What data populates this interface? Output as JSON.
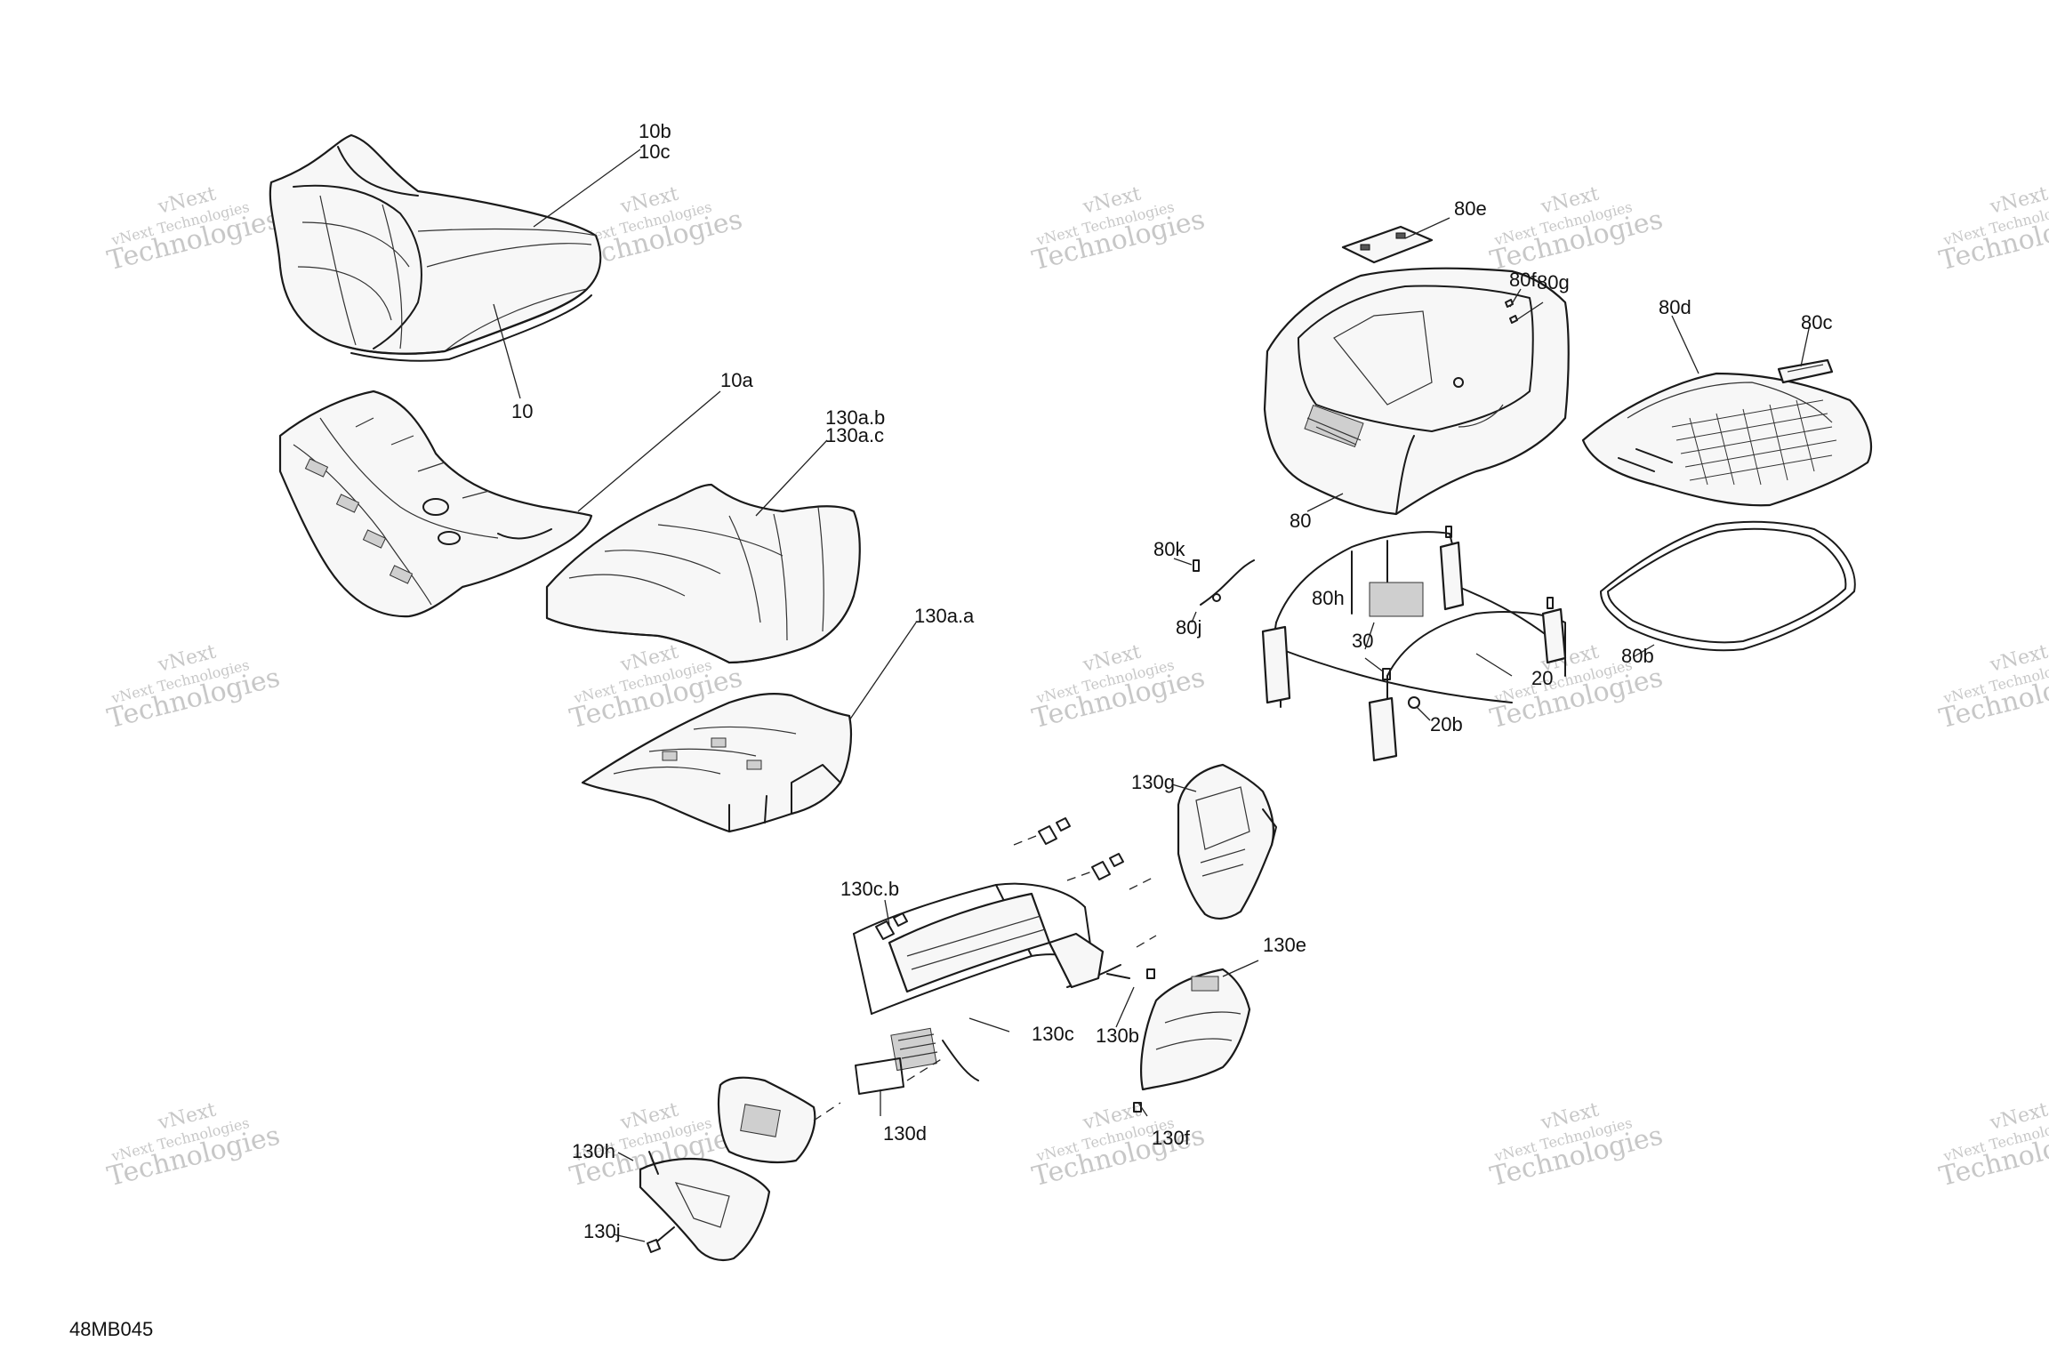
{
  "figure_id": "48MB045",
  "watermark": {
    "line1": "vNext Technologies",
    "line2": "Technologies",
    "tag": "vNext"
  },
  "callouts": {
    "c10b": "10b",
    "c10c": "10c",
    "c10": "10",
    "c10a": "10a",
    "c130ab": "130a.b",
    "c130ac": "130a.c",
    "c130aa": "130a.a",
    "c80e": "80e",
    "c80f": "80f",
    "c80g": "80g",
    "c80d": "80d",
    "c80c": "80c",
    "c80": "80",
    "c80k": "80k",
    "c80h": "80h",
    "c80j": "80j",
    "c30": "30",
    "c20": "20",
    "c20b": "20b",
    "c80b": "80b",
    "c130g": "130g",
    "c130cb": "130c.b",
    "c130e": "130e",
    "c130c": "130c",
    "c130b": "130b",
    "c130d": "130d",
    "c130f": "130f",
    "c130h": "130h",
    "c130j": "130j"
  }
}
